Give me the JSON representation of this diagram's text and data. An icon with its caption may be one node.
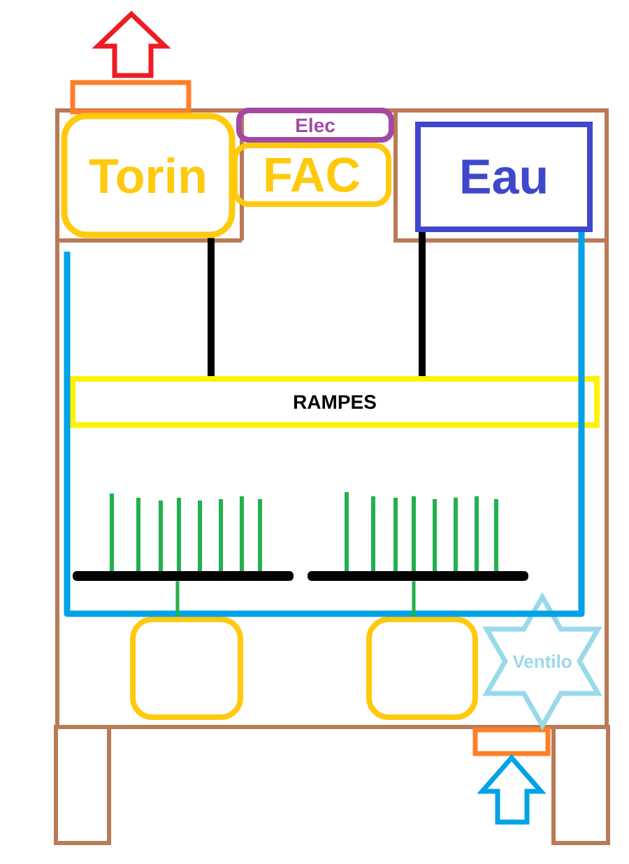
{
  "diagram": {
    "nodes": [
      {
        "text": [
          "Torin"
        ]
      },
      {
        "text": [
          "Elec"
        ]
      },
      {
        "text": [
          "FAC"
        ]
      },
      {
        "text": [
          "Eau"
        ]
      },
      {
        "text": [
          "RAMPES"
        ]
      },
      {
        "text": [],
        "shape": "bar"
      },
      {
        "text": [],
        "shape": "box"
      },
      {
        "text": [],
        "shape": "bar"
      },
      {
        "text": [],
        "shape": "box"
      },
      {
        "text": [
          "Ventilo"
        ]
      }
    ],
    "edges": [
      {
        "from": 0,
        "to": 4,
        "arrow": "none"
      },
      {
        "from": 3,
        "to": 4,
        "arrow": "none"
      },
      {
        "from": 3,
        "to": null,
        "arrow": "none",
        "color": "#00a2e8"
      },
      {
        "from": 5,
        "to": 6,
        "arrow": "none",
        "color": "#22b14c"
      },
      {
        "from": 7,
        "to": 8,
        "arrow": "none",
        "color": "#22b14c"
      }
    ]
  }
}
